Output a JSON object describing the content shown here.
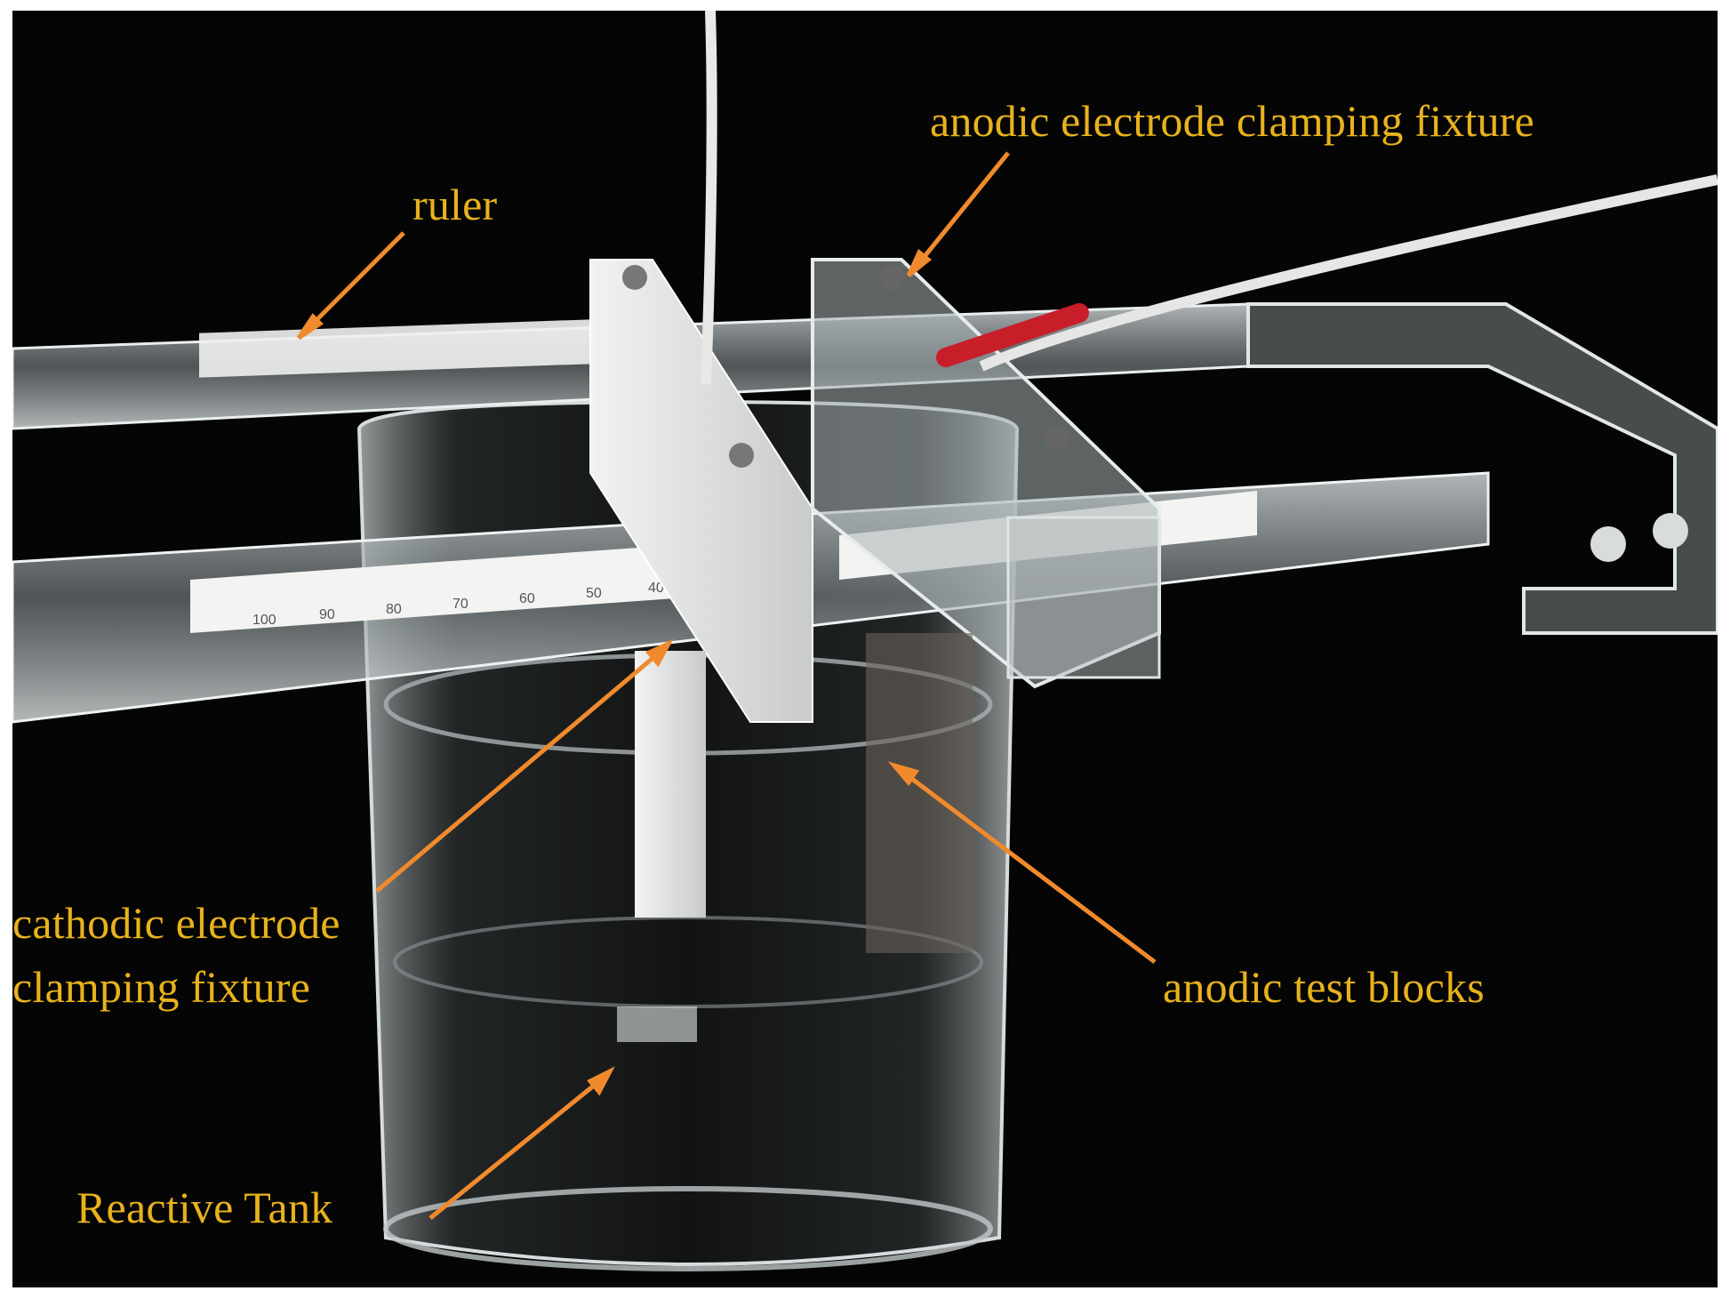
{
  "figure": {
    "labels": {
      "ruler": "ruler",
      "anodic_clamp": "anodic electrode clamping fixture",
      "cathodic_clamp_line1": "cathodic electrode",
      "cathodic_clamp_line2": "clamping fixture",
      "test_blocks": "anodic test blocks",
      "tank": "Reactive Tank"
    },
    "colors": {
      "label_text": "#e8b21c",
      "arrow": "#f08a2c",
      "background": "#050505",
      "insulation_tape": "#c81e2a"
    },
    "ruler_scale": {
      "front_ticks": [
        "100",
        "90",
        "80",
        "70",
        "60",
        "50",
        "40"
      ]
    }
  }
}
